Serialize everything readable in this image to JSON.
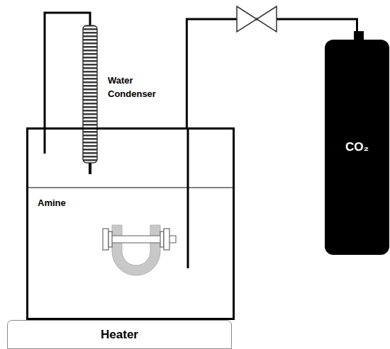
{
  "diagram": {
    "nodes": [
      {
        "text": [
          "Amine"
        ]
      },
      {
        "text": [
          "CO₂"
        ]
      },
      {
        "text": [
          "Heater"
        ]
      }
    ],
    "edges": [
      {
        "from": 1,
        "to": 0,
        "arrow": "none"
      }
    ],
    "labels": [
      "Water Condenser"
    ]
  }
}
